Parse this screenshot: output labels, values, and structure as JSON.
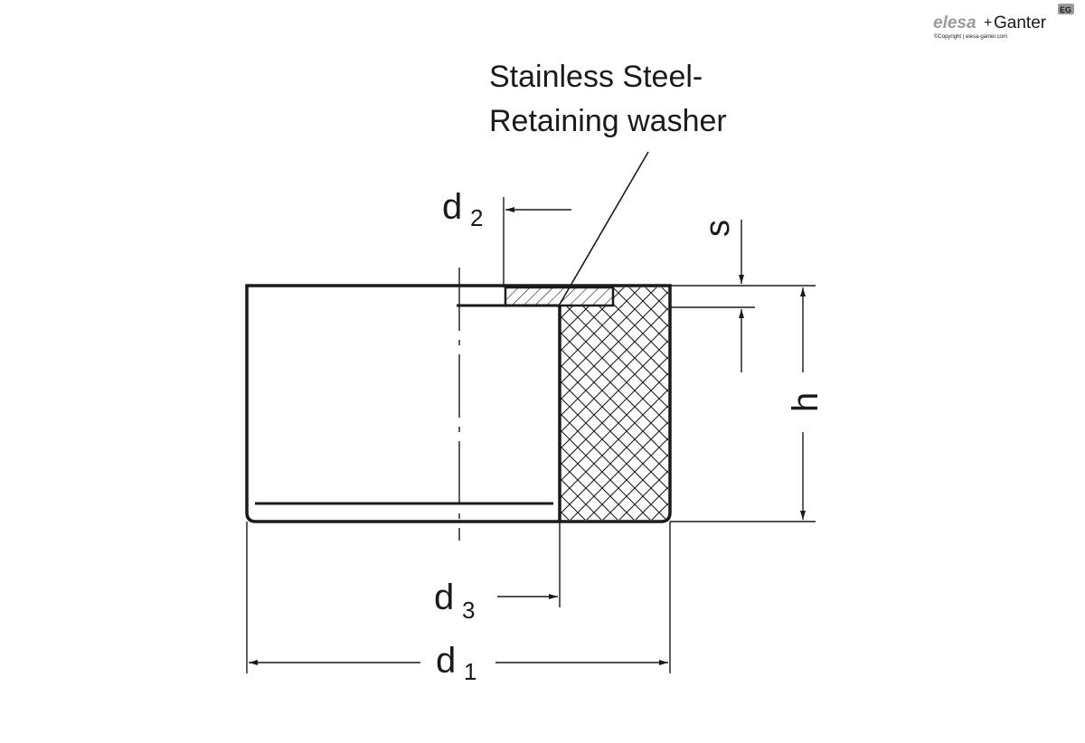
{
  "logo": {
    "brand_left": "elesa",
    "brand_plus": "+",
    "brand_right": "Ganter",
    "badge": "EG",
    "copyright": "©Copyright | elesa-ganter.com"
  },
  "callout": {
    "line1": "Stainless Steel-",
    "line2": "Retaining washer"
  },
  "dimensions": {
    "d2_letter": "d",
    "d2_sub": "2",
    "d3_letter": "d",
    "d3_sub": "3",
    "d1_letter": "d",
    "d1_sub": "1",
    "s": "s",
    "h": "h"
  },
  "colors": {
    "line": "#1a1a1a",
    "logo_gray": "#9a9a9a"
  }
}
